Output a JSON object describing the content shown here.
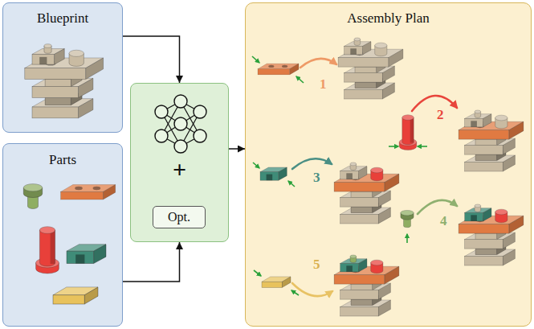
{
  "diagram": {
    "nodes": [
      {
        "text": [
          "Blueprint"
        ]
      },
      {
        "text": [
          "Parts"
        ]
      },
      {
        "text": [
          "+"
        ]
      },
      {
        "text": [
          "Opt."
        ],
        "in": 2
      },
      {
        "text": [
          "Assembly Plan"
        ]
      }
    ],
    "edges": [
      {
        "from": 0,
        "to": 2,
        "arrow": "to"
      },
      {
        "from": 1,
        "to": 2,
        "arrow": "to"
      },
      {
        "from": 2,
        "to": 4,
        "arrow": "to"
      }
    ],
    "labels": [
      "1",
      "2",
      "3",
      "4",
      "5"
    ]
  }
}
